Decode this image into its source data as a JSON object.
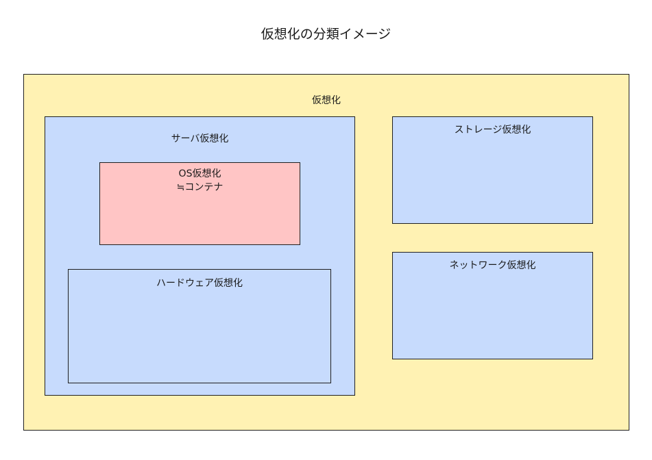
{
  "diagram": {
    "title": "仮想化の分類イメージ",
    "nodes": {
      "virtualization": "仮想化",
      "server_virtualization": "サーバ仮想化",
      "os_virtualization": "OS仮想化\n≒コンテナ",
      "hardware_virtualization": "ハードウェア仮想化",
      "storage_virtualization": "ストレージ仮想化",
      "network_virtualization": "ネットワーク仮想化"
    },
    "colors": {
      "virtualization": "#fff2b3",
      "server_virtualization": "#c7dbfd",
      "os_virtualization": "#ffc5c5",
      "hardware_virtualization": "#c7dbfd",
      "storage_virtualization": "#c7dbfd",
      "network_virtualization": "#c7dbfd",
      "border": "#1f1f1f"
    }
  }
}
